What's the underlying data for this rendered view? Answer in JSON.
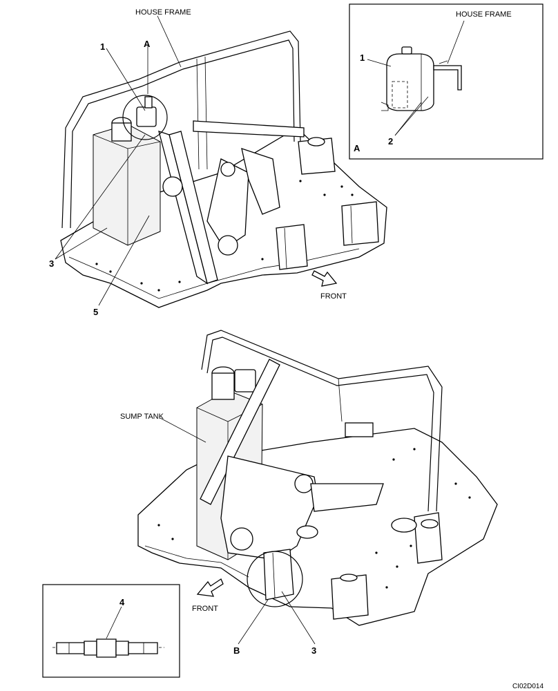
{
  "labels": {
    "house_frame_main": "HOUSE FRAME",
    "house_frame_detail": "HOUSE FRAME",
    "sump_tank": "SUMP TANK",
    "front_top": "FRONT",
    "front_bottom": "FRONT",
    "drawing_code": "CI02D014"
  },
  "callouts": {
    "top_1": "1",
    "top_A": "A",
    "top_3": "3",
    "top_5": "5",
    "detail_1": "1",
    "detail_2": "2",
    "detail_A": "A",
    "inset_4": "4",
    "bottom_B": "B",
    "bottom_3": "3"
  }
}
